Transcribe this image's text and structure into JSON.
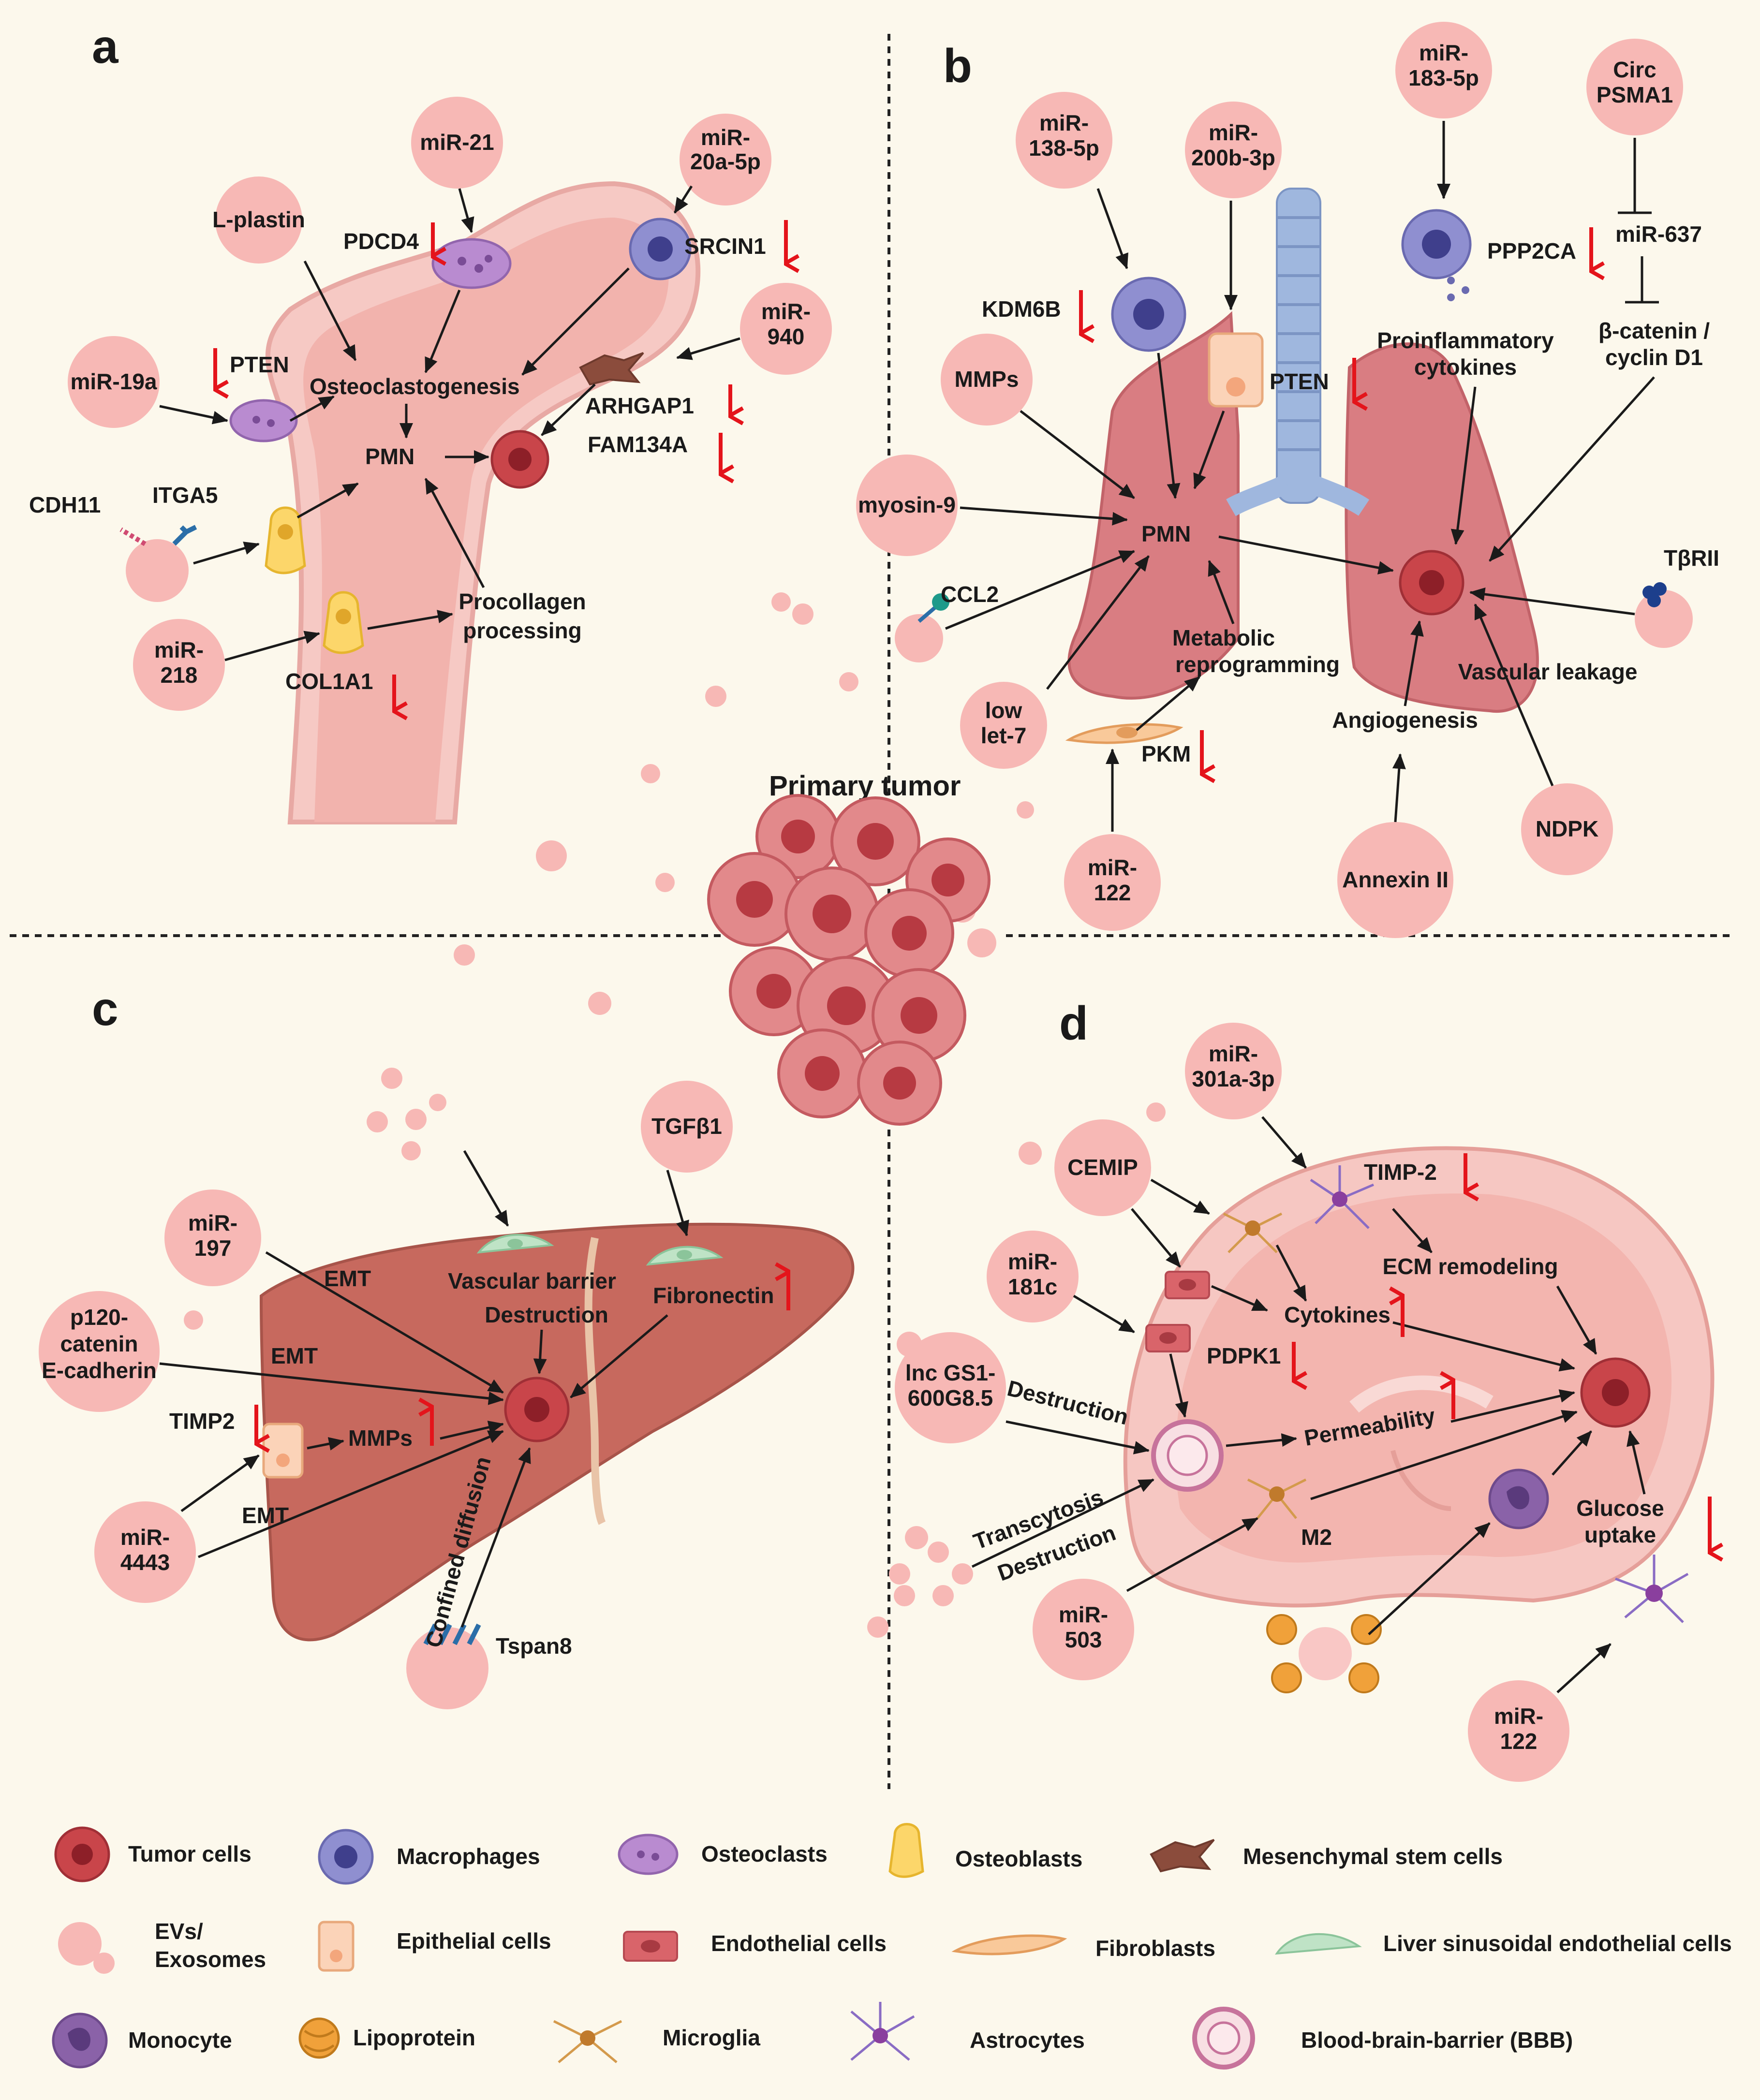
{
  "panel_letters": {
    "a": "a",
    "b": "b",
    "c": "c",
    "d": "d"
  },
  "center": {
    "primary_tumor": "Primary tumor"
  },
  "panel_a": {
    "mir21": "miR-21",
    "mir20a": [
      "miR-",
      "20a-5p"
    ],
    "lplastin": "L-plastin",
    "pdcd4": "PDCD4",
    "srcin1": "SRCIN1",
    "mir940": [
      "miR-",
      "940"
    ],
    "mir19a": "miR-19a",
    "pten": "PTEN",
    "osteoclastogenesis": "Osteoclastogenesis",
    "arhgap1": "ARHGAP1",
    "fam134a": "FAM134A",
    "pmn": "PMN",
    "cdh11": "CDH11",
    "itga5": "ITGA5",
    "procollagen": [
      "Procollagen",
      "processing"
    ],
    "mir218": [
      "miR-",
      "218"
    ],
    "col1a1": "COL1A1"
  },
  "panel_b": {
    "mir138": [
      "miR-",
      "138-5p"
    ],
    "mir200b": [
      "miR-",
      "200b-3p"
    ],
    "mir183": [
      "miR-",
      "183-5p"
    ],
    "circpsma1": [
      "Circ",
      "PSMA1"
    ],
    "mir637": "miR-637",
    "ppp2ca": "PPP2CA",
    "kdm6b": "KDM6B",
    "beta_catenin": [
      "β-catenin /",
      "cyclin D1"
    ],
    "mmps": "MMPs",
    "pten": "PTEN",
    "proinflammatory": [
      "Proinflammatory",
      "cytokines"
    ],
    "myosin9": "myosin-9",
    "pmn": "PMN",
    "tbrii": "TβRII",
    "ccl2": "CCL2",
    "metabolic": [
      "Metabolic",
      "reprogramming"
    ],
    "vascular_leakage": "Vascular leakage",
    "low_let7": [
      "low",
      "let-7"
    ],
    "angiogenesis": "Angiogenesis",
    "pkm": "PKM",
    "ndpk": "NDPK",
    "mir122": [
      "miR-",
      "122"
    ],
    "annexin": "Annexin II"
  },
  "panel_c": {
    "tgfb1": "TGFβ1",
    "mir197": [
      "miR-",
      "197"
    ],
    "emt": "EMT",
    "vascular_barrier": [
      "Vascular barrier",
      "Destruction"
    ],
    "fibronectin": "Fibronectin",
    "p120": [
      "p120-",
      "catenin",
      "E-cadherin"
    ],
    "timp2": "TIMP2",
    "mmps": "MMPs",
    "mir4443": [
      "miR-",
      "4443"
    ],
    "confined_diffusion": "Confined diffusion",
    "tspan8": "Tspan8"
  },
  "panel_d": {
    "mir301a": [
      "miR-",
      "301a-3p"
    ],
    "cemip": "CEMIP",
    "timp2": "TIMP-2",
    "mir181c": [
      "miR-",
      "181c"
    ],
    "ecm": "ECM remodeling",
    "cytokines": "Cytokines",
    "pdpk1": "PDPK1",
    "lnc": [
      "lnc GS1-",
      "600G8.5"
    ],
    "destruction": "Destruction",
    "permeability": "Permeability",
    "transcytosis": "Transcytosis",
    "m2": "M2",
    "glucose": [
      "Glucose",
      "uptake"
    ],
    "mir503": [
      "miR-",
      "503"
    ],
    "mir122": [
      "miR-",
      "122"
    ]
  },
  "legend": [
    {
      "label": "Tumor cells",
      "icon": "tumor-cell-icon"
    },
    {
      "label": "Macrophages",
      "icon": "macrophage-icon"
    },
    {
      "label": "Osteoclasts",
      "icon": "osteoclast-icon"
    },
    {
      "label": "Osteoblasts",
      "icon": "osteoblast-icon"
    },
    {
      "label": "Mesenchymal stem cells",
      "icon": "msc-icon"
    },
    {
      "label": "EVs/",
      "label2": "Exosomes",
      "icon": "ev-icon"
    },
    {
      "label": "Epithelial cells",
      "icon": "epithelial-icon"
    },
    {
      "label": "Endothelial cells",
      "icon": "endothelial-icon"
    },
    {
      "label": "Fibroblasts",
      "icon": "fibroblast-icon"
    },
    {
      "label": "Liver sinusoidal endothelial cells",
      "icon": "lsec-icon"
    },
    {
      "label": "Monocyte",
      "icon": "monocyte-icon"
    },
    {
      "label": "Lipoprotein",
      "icon": "lipoprotein-icon"
    },
    {
      "label": "Microglia",
      "icon": "microglia-icon"
    },
    {
      "label": "Astrocytes",
      "icon": "astrocyte-icon"
    },
    {
      "label": "Blood-brain-barrier (BBB)",
      "icon": "bbb-icon"
    }
  ],
  "colors": {
    "ev": "#f7b8b5",
    "arrow": "#1a1a1a",
    "down_up_arrow": "#e4141b",
    "tumor": "#c9454a",
    "macrophage": "#7f80c4",
    "bone": "#f6c9c4",
    "lung": "#d97d82",
    "liver": "#c7695e",
    "brain": "#f6c7c2"
  }
}
